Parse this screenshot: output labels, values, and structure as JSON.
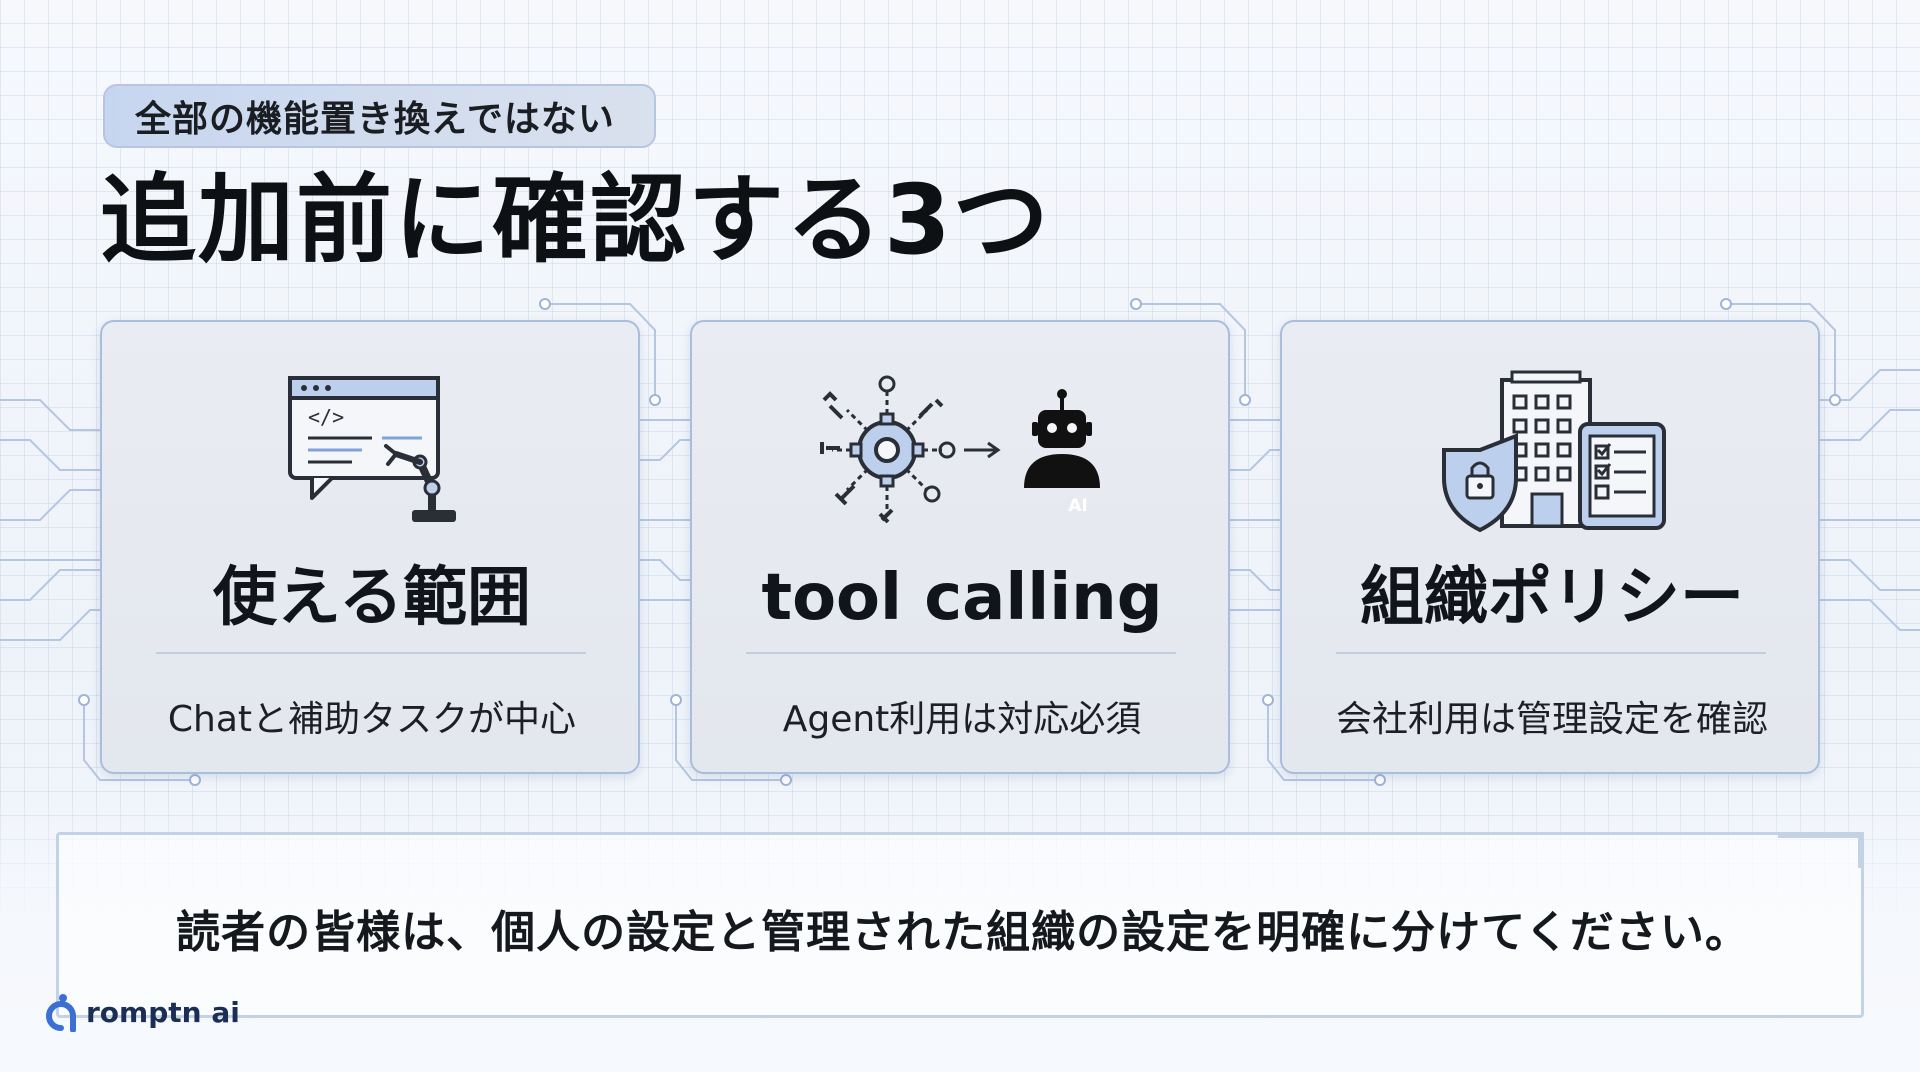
{
  "header": {
    "pill": "全部の機能置き換えではない",
    "title": "追加前に確認する3つ"
  },
  "cards": [
    {
      "icon": "chat-robot-arm-icon",
      "title": "使える範囲",
      "subtitle": "Chatと補助タスクが中心"
    },
    {
      "icon": "gear-tools-ai-robot-icon",
      "title": "tool calling",
      "subtitle": "Agent利用は対応必須",
      "badge": "AI"
    },
    {
      "icon": "building-shield-checklist-icon",
      "title": "組織ポリシー",
      "subtitle": "会社利用は管理設定を確認"
    }
  ],
  "note": {
    "text": "読者の皆様は、個人の設定と管理された組織の設定を明確に分けてください。"
  },
  "brand": {
    "name": "romptn ai"
  },
  "colors": {
    "accent": "#5b7fc4",
    "card_border": "#a8bedc",
    "icon_stroke": "#2a2e36",
    "icon_fill": "#bcd0ee"
  }
}
